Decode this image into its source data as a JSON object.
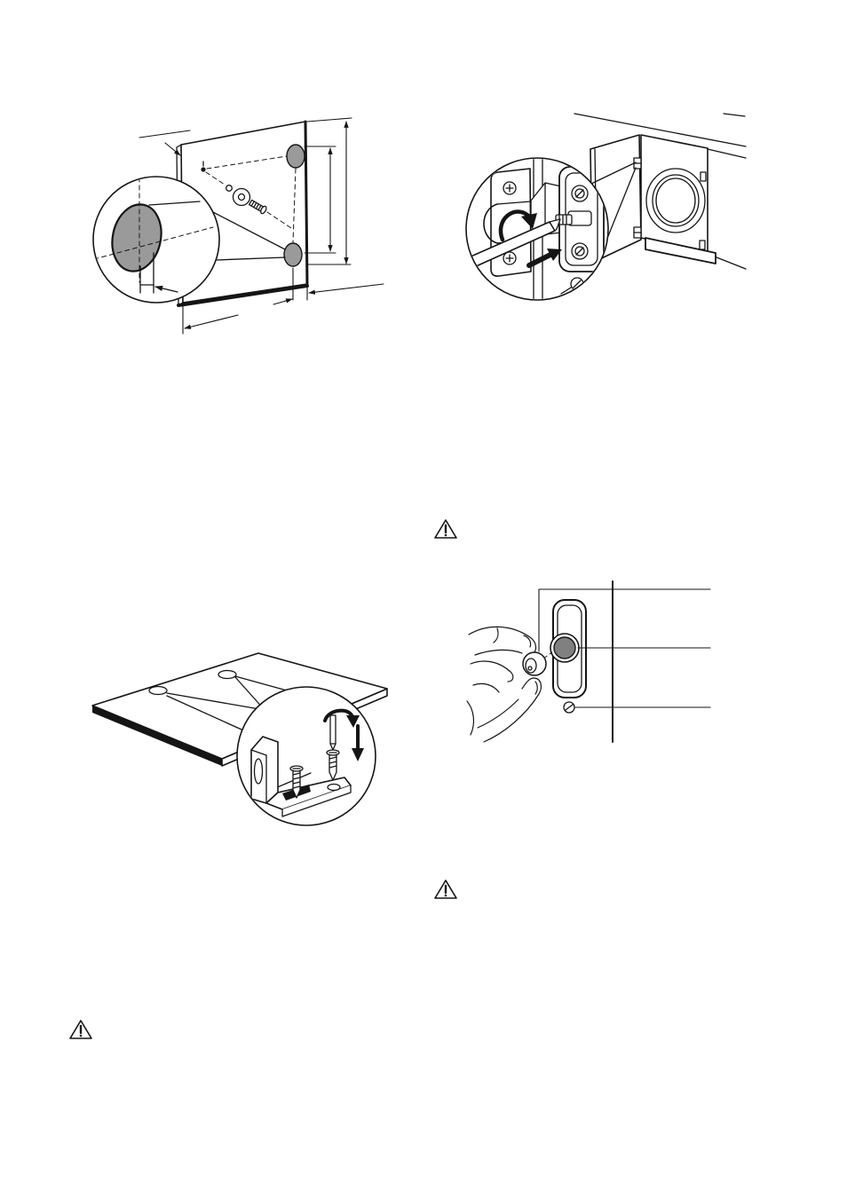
{
  "page": {
    "background": "#ffffff",
    "ink": "#151515",
    "shade": "#9a9a9a",
    "magnet": "#808080"
  },
  "figures": [
    {
      "icon": "door-panel-hinge-holes-diagram"
    },
    {
      "icon": "cabinet-hinge-adjustment-diagram"
    },
    {
      "icon": "board-bracket-screw-diagram"
    },
    {
      "icon": "door-magnet-catch-diagram"
    }
  ],
  "warnings": [
    {
      "icon": "warning-triangle-icon"
    },
    {
      "icon": "warning-triangle-icon"
    },
    {
      "icon": "warning-triangle-icon"
    }
  ]
}
